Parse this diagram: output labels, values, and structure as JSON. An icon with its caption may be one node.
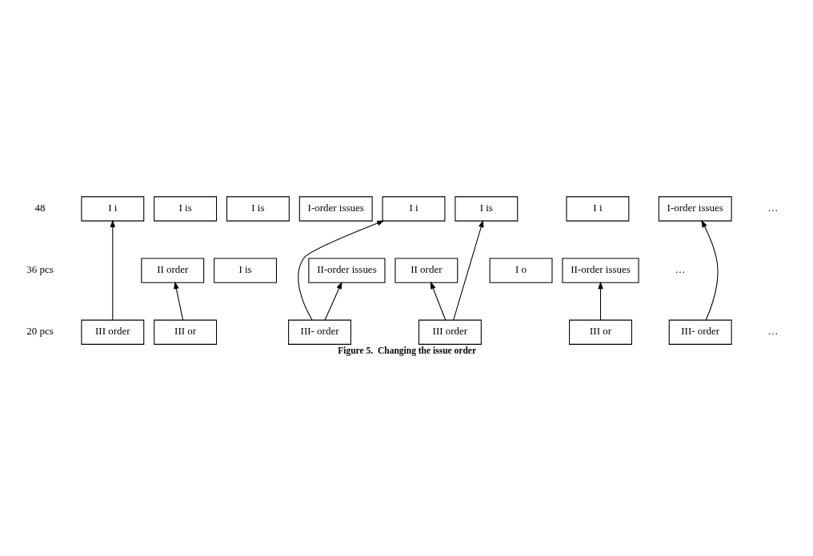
{
  "diagram": {
    "caption": "Figure 5.  Changing the issue order",
    "nodes": [
      {
        "text": [
          "I i"
        ]
      },
      {
        "text": [
          "I is"
        ]
      },
      {
        "text": [
          "I is"
        ]
      },
      {
        "text": [
          "I-order issues"
        ]
      },
      {
        "text": [
          "I i"
        ]
      },
      {
        "text": [
          "I is"
        ]
      },
      {
        "text": [
          "I i"
        ]
      },
      {
        "text": [
          "I-order issues"
        ]
      },
      {
        "text": [
          "II order"
        ]
      },
      {
        "text": [
          "I is"
        ]
      },
      {
        "text": [
          "II-order issues"
        ]
      },
      {
        "text": [
          "II order"
        ]
      },
      {
        "text": [
          "I o"
        ]
      },
      {
        "text": [
          "II-order issues"
        ]
      },
      {
        "text": [
          "III order"
        ]
      },
      {
        "text": [
          "III or"
        ]
      },
      {
        "text": [
          "III- order"
        ]
      },
      {
        "text": [
          "III order"
        ]
      },
      {
        "text": [
          "III or"
        ]
      },
      {
        "text": [
          "III- order"
        ]
      }
    ],
    "edges": [
      {
        "from": 14,
        "to": 0,
        "arrow": "to"
      },
      {
        "from": 15,
        "to": 8,
        "arrow": "to"
      },
      {
        "from": 16,
        "to": 10,
        "arrow": "to"
      },
      {
        "from": 16,
        "to": 4,
        "arrow": "to"
      },
      {
        "from": 17,
        "to": 5,
        "arrow": "to"
      },
      {
        "from": 17,
        "to": 11,
        "arrow": "to"
      },
      {
        "from": 18,
        "to": 13,
        "arrow": "to"
      },
      {
        "from": 19,
        "to": 7,
        "arrow": "to"
      }
    ],
    "labels": [
      "48",
      "…",
      "36 pcs",
      "…",
      "20 pcs",
      "…"
    ]
  }
}
